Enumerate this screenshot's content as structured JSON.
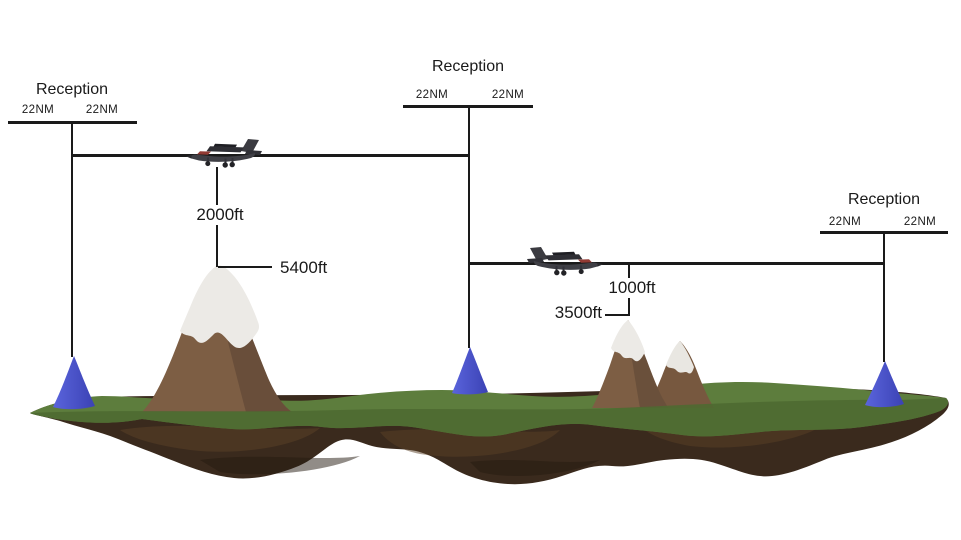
{
  "diagram": {
    "stations": [
      {
        "title": "Reception",
        "left_range": "22NM",
        "right_range": "22NM"
      },
      {
        "title": "Reception",
        "left_range": "22NM",
        "right_range": "22NM"
      },
      {
        "title": "Reception",
        "left_range": "22NM",
        "right_range": "22NM"
      }
    ],
    "measurements": {
      "plane1_clearance": "2000ft",
      "mountain1_elevation": "5400ft",
      "plane2_clearance": "1000ft",
      "mountain2_elevation": "3500ft"
    },
    "colors": {
      "line": "#1a1a1a",
      "text": "#1a1a1a",
      "vor_cone": "#4a53cf",
      "grass": "#5d7d3d",
      "grass_shadow": "#4d6a31",
      "rock": "#3a2a1d",
      "mountain": "#7d5e44",
      "snow": "#eceae6",
      "airplane_body": "#3f3f45",
      "airplane_accent": "#923a33",
      "background": "#ffffff"
    }
  }
}
